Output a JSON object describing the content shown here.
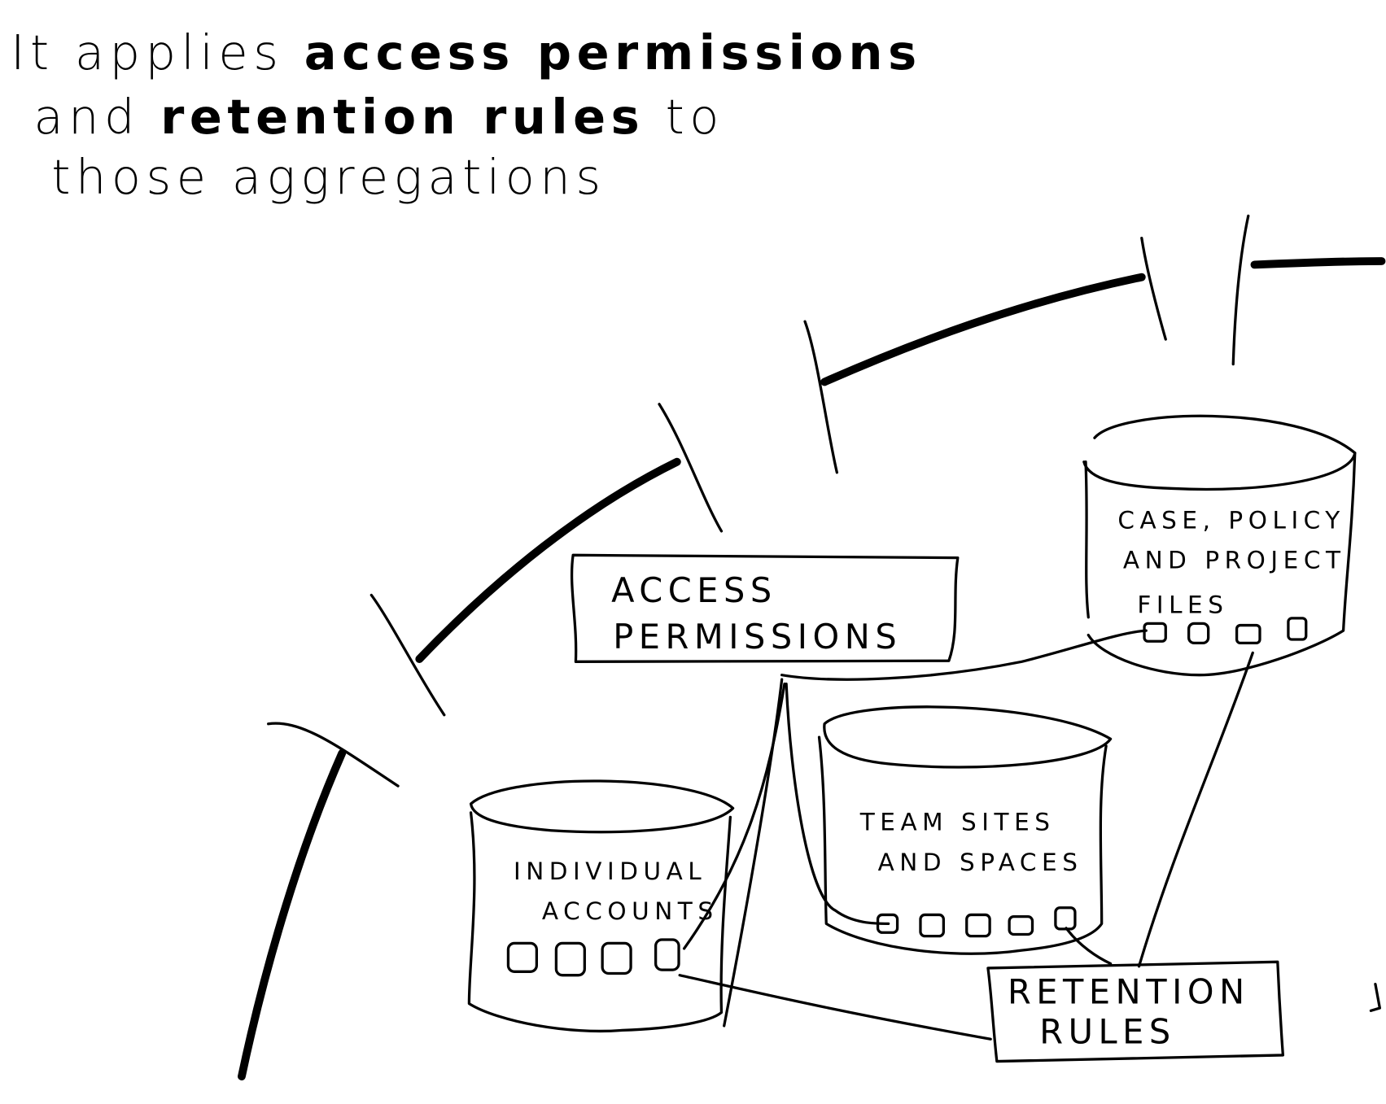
{
  "heading": {
    "line1_plain": "It applies ",
    "line1_bold": "access permissions",
    "line2_plain": "and ",
    "line2_bold": "retention rules",
    "line2_tail": " to",
    "line3": "those aggregations"
  },
  "boxes": {
    "access_permissions": [
      "ACCESS",
      "PERMISSIONS"
    ],
    "retention_rules": [
      "RETENTION",
      "RULES"
    ]
  },
  "containers": {
    "individual_accounts": [
      "INDIVIDUAL",
      "ACCOUNTS"
    ],
    "team_sites": [
      "TEAM SITES",
      "AND SPACES"
    ],
    "case_files": [
      "CASE, POLICY",
      "AND PROJECT",
      "FILES"
    ]
  },
  "colors": {
    "ink": "#000000",
    "paper": "#ffffff"
  }
}
